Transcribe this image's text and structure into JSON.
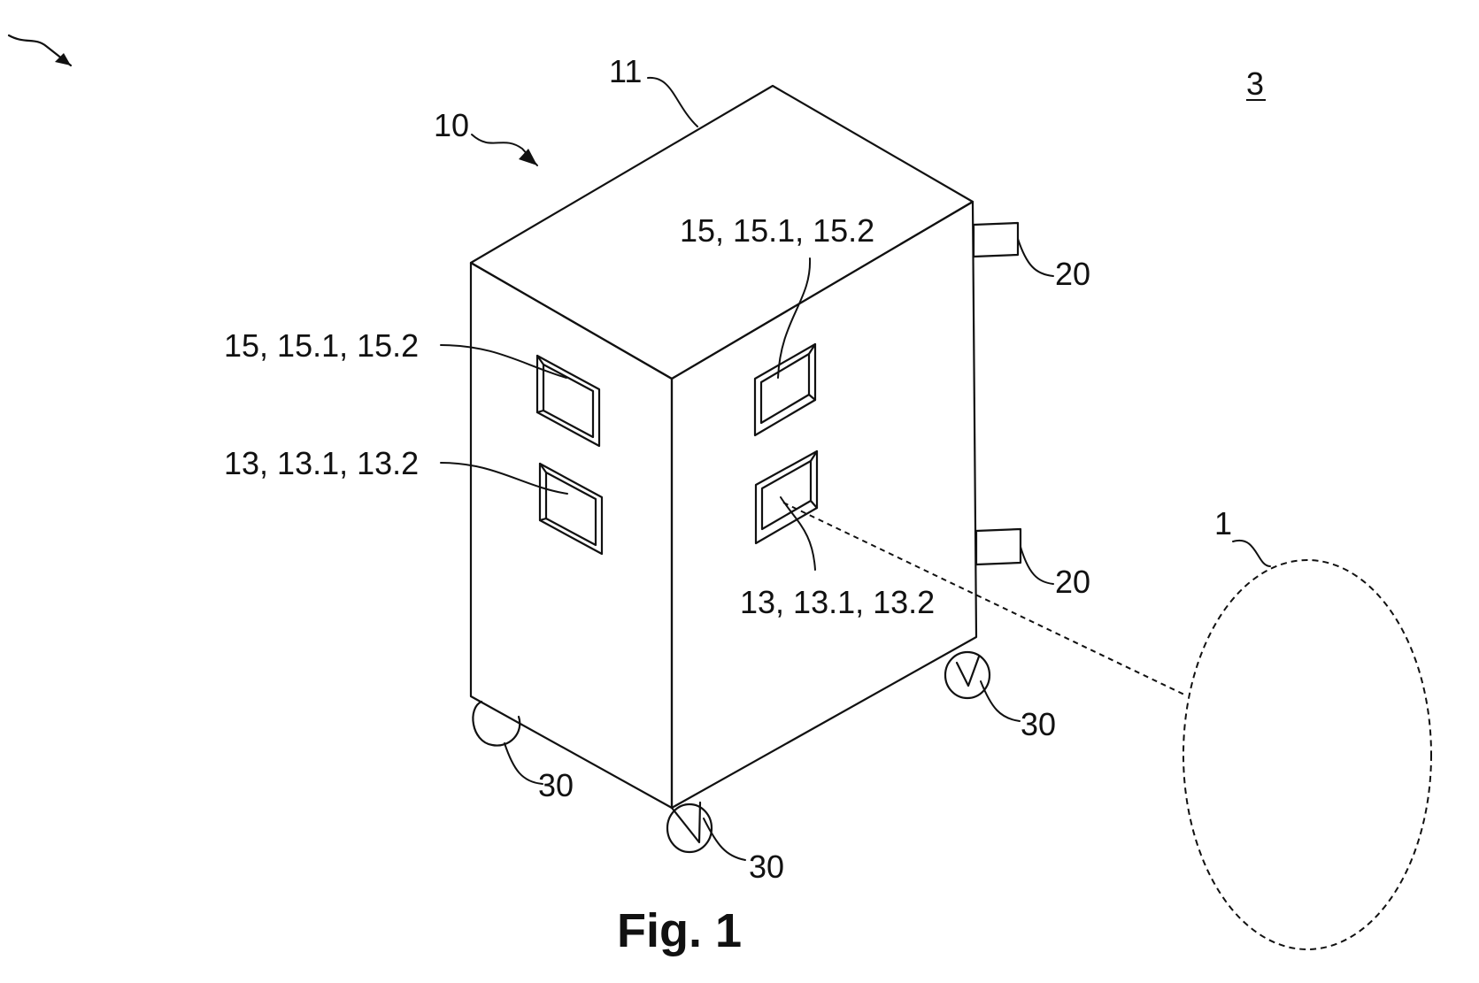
{
  "figure": {
    "caption": "Fig. 1",
    "labels": {
      "system": "3",
      "device": "10",
      "housing": "11",
      "window_upper_left": "15, 15.1, 15.2",
      "window_upper_right": "15, 15.1, 15.2",
      "window_lower_left": "13, 13.1, 13.2",
      "window_lower_right": "13, 13.1, 13.2",
      "connector_upper": "20",
      "connector_lower": "20",
      "wheel_left": "30",
      "wheel_front": "30",
      "wheel_right": "30",
      "target_area": "1"
    }
  }
}
